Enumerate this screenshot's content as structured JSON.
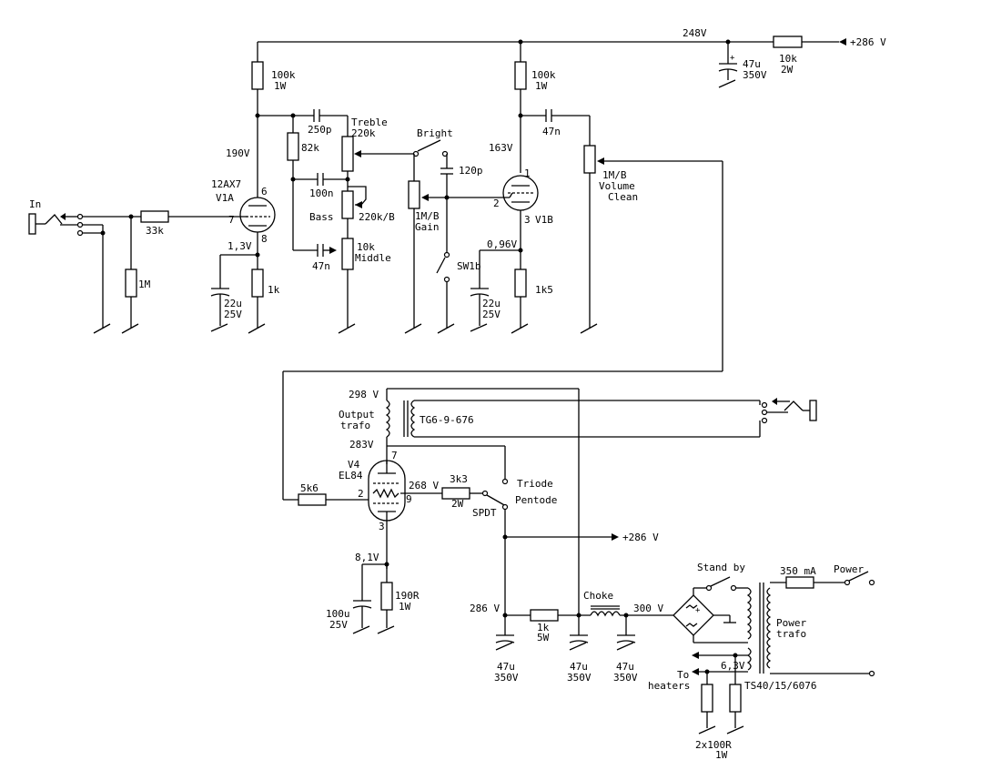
{
  "labels": {
    "v248": "248V",
    "p286_top": "+286 V",
    "r10k": "10k",
    "r10k_w": "2W",
    "c47_top": "47u",
    "c47_top_v": "350V",
    "r100k_a": "100k",
    "r100k_a_w": "1W",
    "r100k_b": "100k",
    "r100k_b_w": "1W",
    "v190": "190V",
    "v163": "163V",
    "c250p": "250p",
    "treble": "Treble",
    "treble_v": "220k",
    "r82k": "82k",
    "bright": "Bright",
    "c47n_a": "47n",
    "c120p": "120p",
    "vol": "1M/B",
    "vol2": "Volume",
    "vol3": "Clean",
    "tube_a": "12AX7",
    "v1a": "V1A",
    "p6": "6",
    "p7": "7",
    "p8": "8",
    "c100n": "100n",
    "bass": "Bass",
    "bass_v": "220k/B",
    "gain": "1M/B",
    "gain2": "Gain",
    "p1": "1",
    "p2": "2",
    "p3": "3",
    "v1b": "V1B",
    "input": "In",
    "r33k": "33k",
    "r1m": "1M",
    "v13": "1,3V",
    "r10k_mid": "10k",
    "middle": "Middle",
    "c47n_b": "47n",
    "sw1b": "SW1b",
    "v096": "0,96V",
    "c22u_a": "22u",
    "c22u_a_v": "25V",
    "r1k": "1k",
    "c22u_b": "22u",
    "c22u_b_v": "25V",
    "r1k5": "1k5",
    "v298": "298 V",
    "otrafo1": "Output",
    "otrafo2": "trafo",
    "tg": "TG6-9-676",
    "v283": "283V",
    "v4": "V4",
    "el84": "EL84",
    "p7b": "7",
    "p2b": "2",
    "p9b": "9",
    "p3b": "3",
    "r5k6": "5k6",
    "v268": "268 V",
    "r3k3": "3k3",
    "r3k3_w": "2W",
    "triode": "Triode",
    "pentode": "Pentode",
    "spdt": "SPDT",
    "p286_mid": "+286 V",
    "v81": "8,1V",
    "c100u": "100u",
    "c100u_v": "25V",
    "r190": "190R",
    "r190_w": "1W",
    "standby": "Stand by",
    "fuse": "350 mA",
    "power": "Power",
    "ptrafo1": "Power",
    "ptrafo2": "trafo",
    "choke": "Choke",
    "v300": "300 V",
    "v286_b": "286 V",
    "r1k5w": "1k",
    "r1k5w_w": "5W",
    "c47_a": "47u",
    "c47_a_v": "350V",
    "c47_b": "47u",
    "c47_b_v": "350V",
    "c47_c": "47u",
    "c47_c_v": "350V",
    "to_heaters1": "To",
    "to_heaters2": "heaters",
    "v63": "6,3V",
    "ts40": "TS40/15/6076",
    "r2x100": "2x100R",
    "r2x100_w": "1W"
  }
}
